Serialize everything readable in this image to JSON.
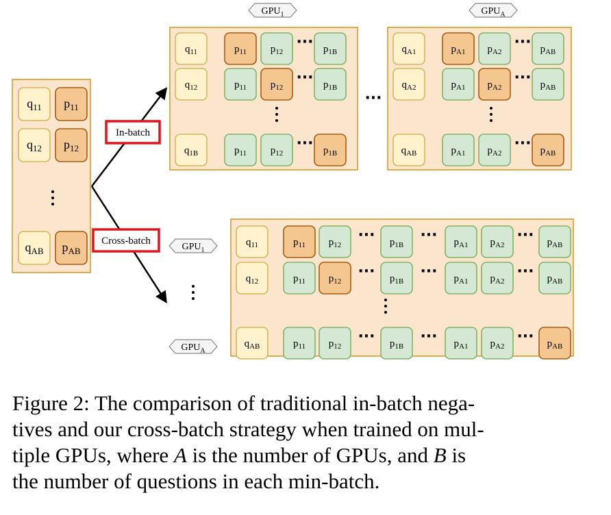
{
  "sources": {
    "q": [
      "q11",
      "q12",
      "qAB"
    ],
    "p": [
      "p11",
      "p12",
      "pAB"
    ]
  },
  "labels": {
    "in_batch": "In-batch",
    "cross_batch": "Cross-batch",
    "gpu_1": {
      "base": "GPU",
      "sub": "1"
    },
    "gpu_a": {
      "base": "GPU",
      "sub": "A"
    }
  },
  "in_batch_gpu1": {
    "rows": [
      {
        "q": "q11",
        "p": [
          "p11",
          "p12",
          "p1B"
        ],
        "positive": 0
      },
      {
        "q": "q12",
        "p": [
          "p11",
          "p12",
          "p1B"
        ],
        "positive": 1
      },
      {
        "q": "q1B",
        "p": [
          "p11",
          "p12",
          "p1B"
        ],
        "positive": 2
      }
    ]
  },
  "in_batch_gpuA": {
    "rows": [
      {
        "q": "qA1",
        "p": [
          "pA1",
          "pA2",
          "pAB"
        ],
        "positive": 0
      },
      {
        "q": "qA2",
        "p": [
          "pA1",
          "pA2",
          "pAB"
        ],
        "positive": 1
      },
      {
        "q": "qAB",
        "p": [
          "pA1",
          "pA2",
          "pAB"
        ],
        "positive": 2
      }
    ]
  },
  "cross_batch": {
    "rows": [
      {
        "q": "q11",
        "p": [
          "p11",
          "p12",
          "p1B",
          "pA1",
          "pA2",
          "pAB"
        ],
        "positive": 0
      },
      {
        "q": "q12",
        "p": [
          "p11",
          "p12",
          "p1B",
          "pA1",
          "pA2",
          "pAB"
        ],
        "positive": 1
      },
      {
        "q": "qAB",
        "p": [
          "p11",
          "p12",
          "p1B",
          "pA1",
          "pA2",
          "pAB"
        ],
        "positive": 5
      }
    ]
  },
  "caption": {
    "line1": "Figure 2: The comparison of traditional in-batch nega-",
    "line2": "tives and our cross-batch strategy when trained on mul-",
    "line3_a": "tiple GPUs, where ",
    "line3_A": "A",
    "line3_b": " is the number of GPUs, and ",
    "line3_B": "B",
    "line3_c": " is",
    "line4": "the number of questions in each min-batch."
  },
  "colors": {
    "panel_fill": "#fce5cd",
    "panel_stroke": "#d79b27",
    "q_fill": "#fff2cc",
    "q_stroke": "#d6b656",
    "pos_fill": "#f4c790",
    "pos_stroke": "#a85b11",
    "neg_fill": "#d5e8d4",
    "neg_stroke": "#82b366",
    "highlight": "#e8111a",
    "tag_fill": "#f5f5f5",
    "tag_stroke": "#888888"
  }
}
